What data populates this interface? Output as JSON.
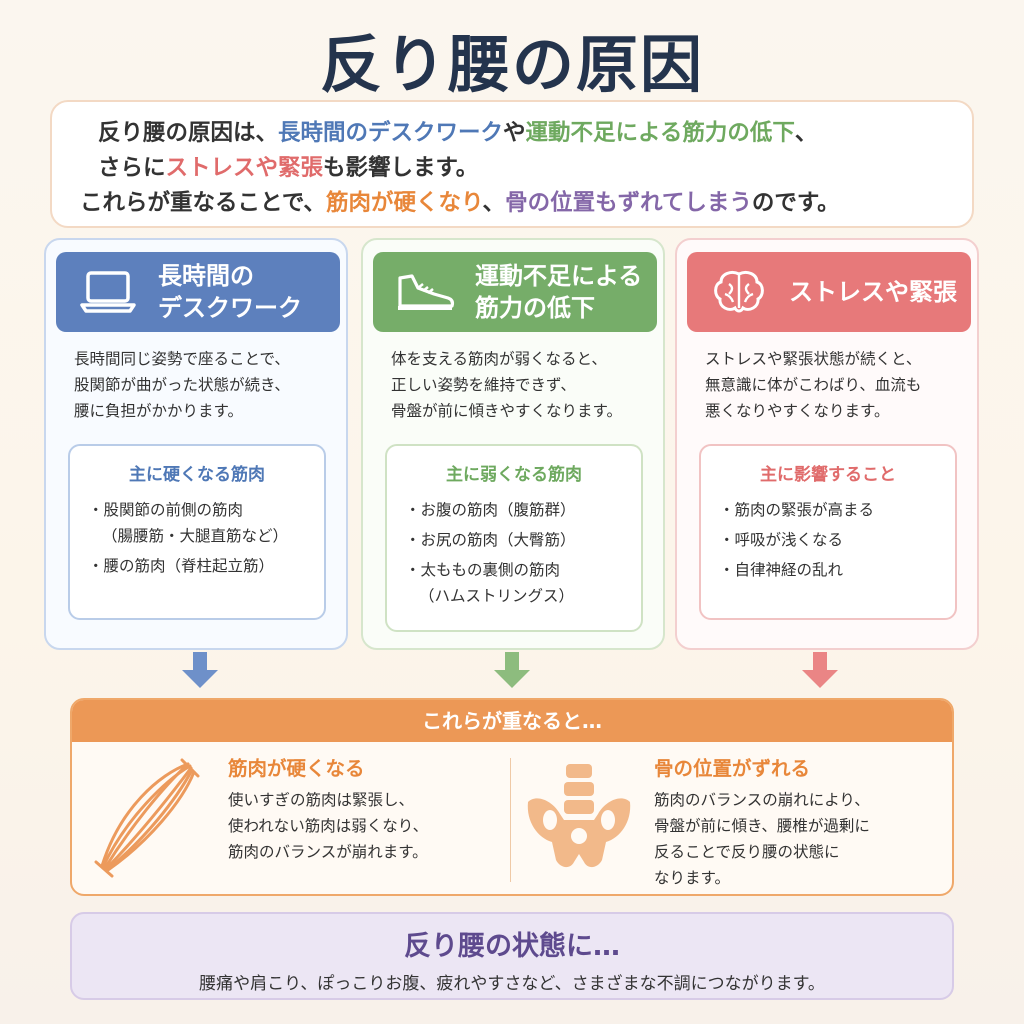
{
  "title": "反り腰の原因",
  "intro": {
    "l1_a": "反り腰の原因は、",
    "l1_b": "長時間のデスクワーク",
    "l1_c": "や",
    "l1_d": "運動不足による筋力の低下",
    "l1_e": "、",
    "l2_a": "さらに",
    "l2_b": "ストレスや緊張",
    "l2_c": "も影響します。",
    "l3_a": "これらが重なることで、",
    "l3_b": "筋肉が硬くなり",
    "l3_c": "、",
    "l3_d": "骨の位置もずれてしまう",
    "l3_e": "のです。"
  },
  "columns": [
    {
      "title_1": "長時間の",
      "title_2": "デスクワーク",
      "icon": "laptop-icon",
      "desc": [
        "長時間同じ姿勢で座ることで、",
        "股関節が曲がった状態が続き、",
        "腰に負担がかかります。"
      ],
      "box_title": "主に硬くなる筋肉",
      "items": [
        "・股関節の前側の筋肉",
        "（腸腰筋・大腿直筋など）",
        "・腰の筋肉（脊柱起立筋）"
      ],
      "color": "#5d80bd"
    },
    {
      "title_1": "運動不足による",
      "title_2": "筋力の低下",
      "icon": "sneaker-icon",
      "desc": [
        "体を支える筋肉が弱くなると、",
        "正しい姿勢を維持できず、",
        "骨盤が前に傾きやすくなります。"
      ],
      "box_title": "主に弱くなる筋肉",
      "items": [
        "・お腹の筋肉（腹筋群）",
        "・お尻の筋肉（大臀筋）",
        "・太ももの裏側の筋肉",
        "（ハムストリングス）"
      ],
      "color": "#76ad69"
    },
    {
      "title_1": "ストレスや緊張",
      "title_2": "",
      "icon": "brain-icon",
      "desc": [
        "ストレスや緊張状態が続くと、",
        "無意識に体がこわばり、血流も",
        "悪くなりやすくなります。"
      ],
      "box_title": "主に影響すること",
      "items": [
        "・筋肉の緊張が高まる",
        "・呼吸が浅くなる",
        "・自律神経の乱れ"
      ],
      "color": "#e7797a"
    }
  ],
  "combine": {
    "head": "これらが重なると…",
    "left_title": "筋肉が硬くなる",
    "left_desc": [
      "使いすぎの筋肉は緊張し、",
      "使われない筋肉は弱くなり、",
      "筋肉のバランスが崩れます。"
    ],
    "right_title": "骨の位置がずれる",
    "right_desc": [
      "筋肉のバランスの崩れにより、",
      "骨盤が前に傾き、腰椎が過剰に",
      "反ることで反り腰の状態に",
      "なります。"
    ]
  },
  "result": {
    "title": "反り腰の状態に…",
    "desc": "腰痛や肩こり、ぽっこりお腹、疲れやすさなど、さまざまな不調につながります。"
  }
}
